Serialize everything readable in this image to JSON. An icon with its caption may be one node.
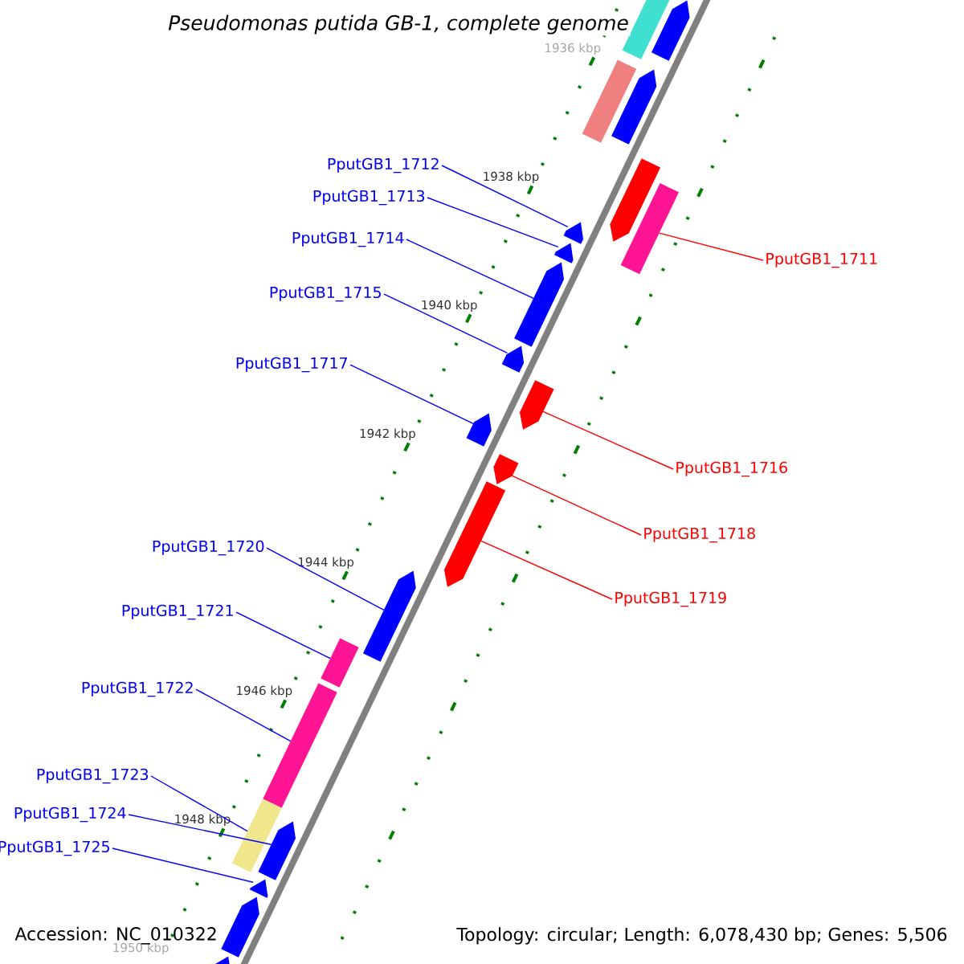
{
  "diagram": {
    "title": "Pseudomonas putida GB-1, complete genome",
    "nodes": [
      {
        "text": [
          "PputGB1_1711"
        ]
      },
      {
        "text": [
          "PputGB1_1712"
        ]
      },
      {
        "text": [
          "PputGB1_1713"
        ]
      },
      {
        "text": [
          "PputGB1_1714"
        ]
      },
      {
        "text": [
          "PputGB1_1715"
        ]
      },
      {
        "text": [
          "PputGB1_1717"
        ]
      },
      {
        "text": [
          "PputGB1_1716"
        ]
      },
      {
        "text": [
          "PputGB1_1718"
        ]
      },
      {
        "text": [
          "PputGB1_1719"
        ]
      },
      {
        "text": [
          "PputGB1_1720"
        ]
      },
      {
        "text": [
          "PputGB1_1721"
        ]
      },
      {
        "text": [
          "PputGB1_1722"
        ]
      },
      {
        "text": [
          "PputGB1_1723"
        ]
      },
      {
        "text": [
          "PputGB1_1724"
        ]
      },
      {
        "text": [
          "PputGB1_1725"
        ]
      },
      {
        "text": [],
        "shape": "arrow"
      },
      {
        "text": [],
        "shape": "bar"
      },
      {
        "text": [],
        "shape": "arrow"
      },
      {
        "text": [],
        "shape": "bar"
      },
      {
        "text": [],
        "shape": "arrow"
      },
      {
        "text": [],
        "shape": "bar"
      },
      {
        "text": [],
        "shape": "arrow"
      },
      {
        "text": [],
        "shape": "arrow"
      },
      {
        "text": [],
        "shape": "arrow"
      },
      {
        "text": [],
        "shape": "arrow"
      },
      {
        "text": [],
        "shape": "arrow"
      },
      {
        "text": [],
        "shape": "arrow"
      },
      {
        "text": [],
        "shape": "arrow"
      },
      {
        "text": [],
        "shape": "arrow"
      },
      {
        "text": [],
        "shape": "arrow"
      },
      {
        "text": [],
        "shape": "bar"
      },
      {
        "text": [],
        "shape": "bar"
      },
      {
        "text": [],
        "shape": "bar"
      },
      {
        "text": [],
        "shape": "arrow"
      },
      {
        "text": [],
        "shape": "arrow"
      },
      {
        "text": [],
        "shape": "arrow"
      },
      {
        "text": [],
        "shape": "arrow"
      }
    ],
    "edges": [
      {
        "from": 0,
        "to": 20,
        "arrow": "none",
        "color": "#ff0000"
      },
      {
        "from": 1,
        "to": 21,
        "arrow": "none"
      },
      {
        "from": 2,
        "to": 22,
        "arrow": "none"
      },
      {
        "from": 3,
        "to": 23,
        "arrow": "none"
      },
      {
        "from": 4,
        "to": 24,
        "arrow": "none"
      },
      {
        "from": 5,
        "to": 26,
        "arrow": "none"
      },
      {
        "from": 6,
        "to": 25,
        "arrow": "none",
        "color": "#ff0000"
      },
      {
        "from": 7,
        "to": 27,
        "arrow": "none",
        "color": "#ff0000"
      },
      {
        "from": 8,
        "to": 28,
        "arrow": "none",
        "color": "#ff0000"
      },
      {
        "from": 9,
        "to": 29,
        "arrow": "none"
      },
      {
        "from": 10,
        "to": 30,
        "arrow": "none"
      },
      {
        "from": 11,
        "to": 31,
        "arrow": "none"
      },
      {
        "from": 12,
        "to": 32,
        "arrow": "none"
      },
      {
        "from": 13,
        "to": 33,
        "arrow": "none"
      },
      {
        "from": 14,
        "to": 34,
        "arrow": "none"
      }
    ],
    "labels": [
      "1936 kbp",
      "1938 kbp",
      "1940 kbp",
      "1942 kbp",
      "1944 kbp",
      "1946 kbp",
      "1948 kbp",
      "1950 kbp",
      "Accession: NC_010322",
      "Topology: circular; Length: 6,078,430 bp; Genes: 5,506"
    ]
  }
}
